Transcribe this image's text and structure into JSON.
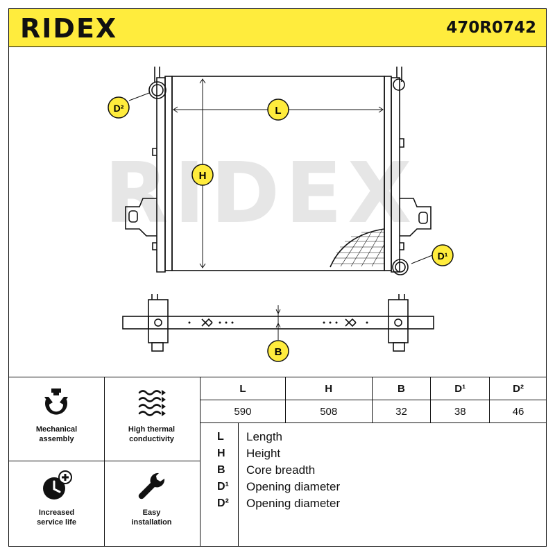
{
  "header": {
    "brand": "RIDEX",
    "part_number": "470R0742"
  },
  "drawing": {
    "watermark": "RIDEX",
    "dimension_labels": {
      "L": "L",
      "H": "H",
      "B": "B",
      "D1": "D¹",
      "D2": "D²"
    }
  },
  "features": [
    {
      "label": "Mechanical\nassembly",
      "icon": "mechanical-assembly-icon"
    },
    {
      "label": "High thermal\nconductivity",
      "icon": "thermal-conductivity-icon"
    },
    {
      "label": "Increased\nservice life",
      "icon": "service-life-icon"
    },
    {
      "label": "Easy\ninstallation",
      "icon": "wrench-icon"
    }
  ],
  "spec_table": {
    "headers": [
      "L",
      "H",
      "B",
      "D¹",
      "D²"
    ],
    "values": [
      "590",
      "508",
      "32",
      "38",
      "46"
    ]
  },
  "legend": [
    {
      "symbol": "L",
      "description": "Length"
    },
    {
      "symbol": "H",
      "description": "Height"
    },
    {
      "symbol": "B",
      "description": "Core breadth"
    },
    {
      "symbol": "D¹",
      "description": "Opening diameter"
    },
    {
      "symbol": "D²",
      "description": "Opening diameter"
    }
  ],
  "colors": {
    "accent_yellow": "#ffec3d",
    "ink": "#111111",
    "watermark_gray": "#e6e6e6"
  }
}
